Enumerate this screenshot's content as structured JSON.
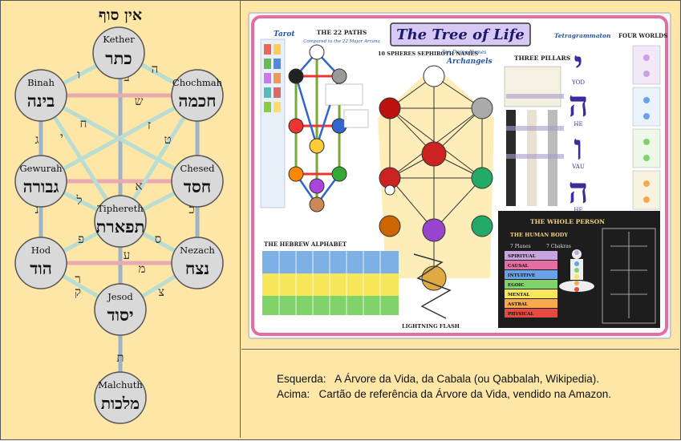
{
  "tree": {
    "top_label": "אין סוף",
    "sephirot": [
      {
        "id": "kether",
        "name": "Kether",
        "hebrew": "כתר"
      },
      {
        "id": "binah",
        "name": "Binah",
        "hebrew": "בינה"
      },
      {
        "id": "chochmah",
        "name": "Chochmah",
        "hebrew": "חכמה"
      },
      {
        "id": "gewurah",
        "name": "Gewurah",
        "hebrew": "גבורה"
      },
      {
        "id": "chesed",
        "name": "Chesed",
        "hebrew": "חסד"
      },
      {
        "id": "tiphereth",
        "name": "Tiphereth",
        "hebrew": "תפארת"
      },
      {
        "id": "hod",
        "name": "Hod",
        "hebrew": "הוד"
      },
      {
        "id": "nezach",
        "name": "Nezach",
        "hebrew": "נצח"
      },
      {
        "id": "jesod",
        "name": "Jesod",
        "hebrew": "יסוד"
      },
      {
        "id": "malchuth",
        "name": "Malchuth",
        "hebrew": "מלכות"
      }
    ],
    "path_letters": [
      "ה",
      "ו",
      "ב",
      "ש",
      "ח",
      "ז",
      "י",
      "ג",
      "ט",
      "א",
      "ל",
      "כ",
      "נ",
      "פ",
      "ע",
      "ס",
      "מ",
      "ר",
      "ק",
      "צ",
      "ת"
    ],
    "colors": {
      "pillar": "#9fb3c8",
      "cross": "#e9a9b0",
      "diag": "#b9ddd2",
      "sphere": "#d9d9d9"
    }
  },
  "card": {
    "title": "The Tree of Life",
    "tarot_heading": "Tarot",
    "paths_heading": "THE 22 PATHS",
    "paths_sub": "Compared to the 22 Major Arcana",
    "spheres_heading": "10 SPHERES SEPHIROTH NAMES",
    "divine_names": "Ten Divine Names",
    "archangels": "Archangels",
    "three_pillars": "THREE PILLARS",
    "tetragrammaton": "Tetragrammaton",
    "four_worlds": "FOUR WORLDS",
    "yhvh_letters": [
      "י",
      "ה",
      "ו",
      "ה"
    ],
    "yhvh_names": [
      "YOD",
      "HE",
      "VAU",
      "HE"
    ],
    "hebrew_alphabet": "THE HEBREW ALPHABET",
    "lightning_flash": "LIGHTNING FLASH",
    "whole_person": "THE WHOLE PERSON",
    "human_body": "THE HUMAN BODY",
    "planes_heading": "7 Planes",
    "chakras_heading": "7 Chakras",
    "planes": [
      "SPIRITUAL",
      "CAUSAL",
      "INTUITIVE",
      "EGOIC",
      "MENTAL",
      "ASTRAL",
      "PHYSICAL"
    ],
    "plane_colors": [
      "#c7a4e0",
      "#e36ea2",
      "#6aa1e8",
      "#7fd36a",
      "#f6e65a",
      "#f7a94b",
      "#e54a3f"
    ]
  },
  "caption": {
    "line1_label": "Esquerda:",
    "line1_text": "A Árvore da Vida, da Cabala (ou Qabbalah, Wikipedia).",
    "line2_label": "Acima:",
    "line2_text": "Cartão de referência da Árvore da Vida, vendido na Amazon."
  }
}
